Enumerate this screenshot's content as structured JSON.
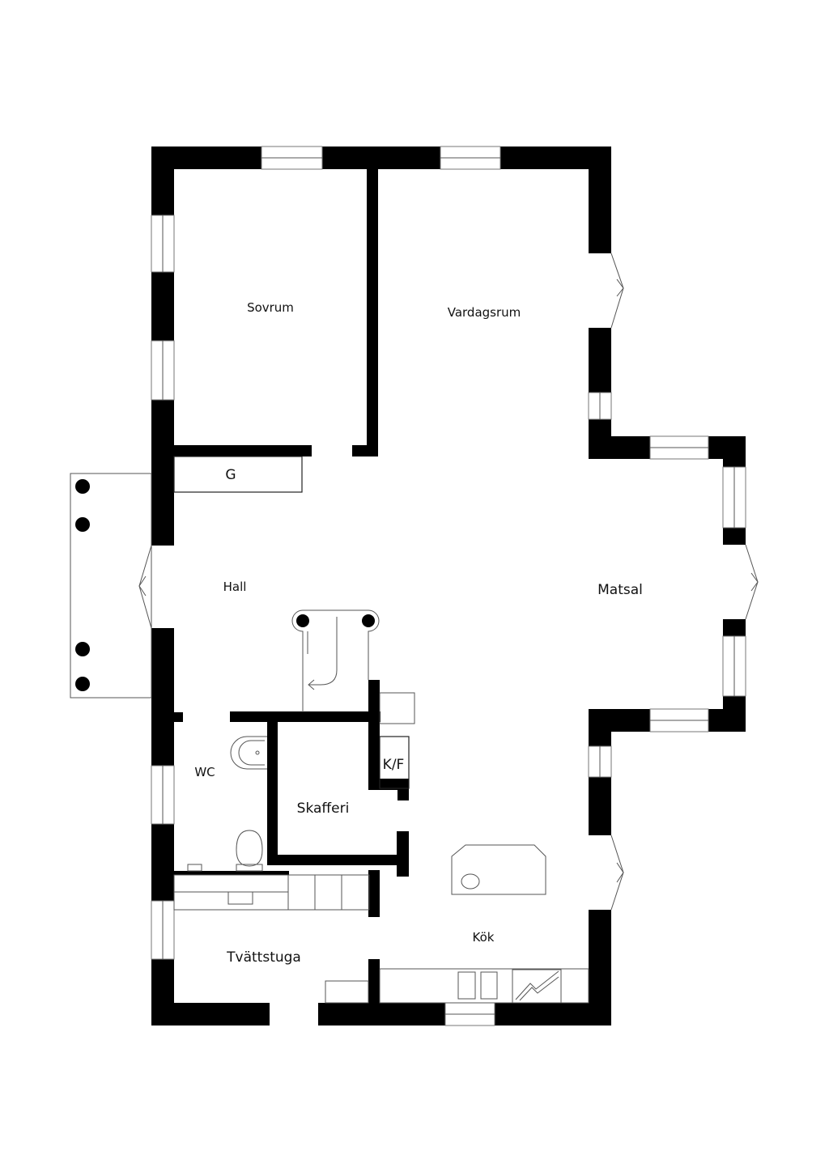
{
  "rooms": {
    "sovrum": "Sovrum",
    "vardagsrum": "Vardagsrum",
    "hall": "Hall",
    "matsal": "Matsal",
    "wc": "WC",
    "skafferi": "Skafferi",
    "kok": "Kök",
    "tvattstuga": "Tvättstuga"
  },
  "fixtures": {
    "garderob": "G",
    "kyl_frys": "K/F"
  },
  "colors": {
    "wall": "#000000",
    "background": "#ffffff",
    "fixture_line": "#555555"
  }
}
